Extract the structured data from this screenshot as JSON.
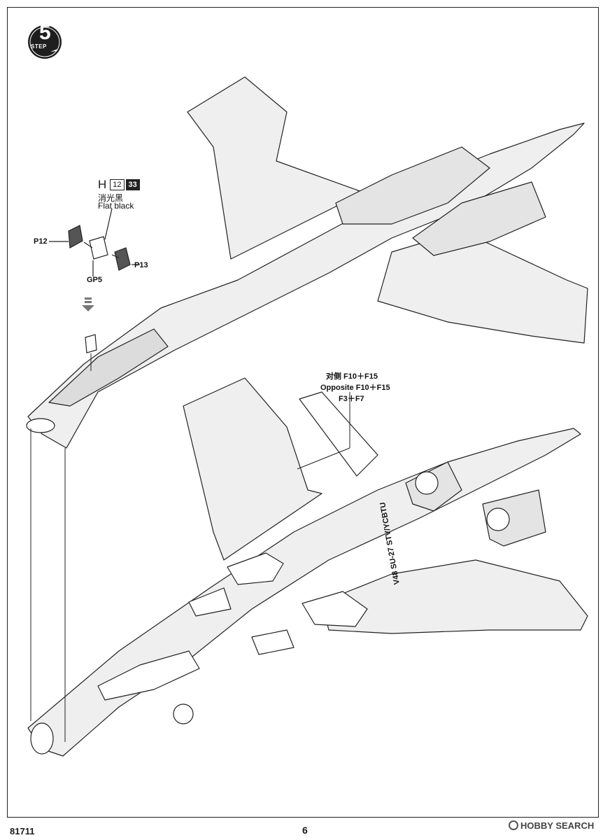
{
  "step": {
    "number": "5",
    "word": "STEP"
  },
  "paint": {
    "letter": "H",
    "code_a": "12",
    "code_b": "33",
    "name_cn": "消光黑",
    "name_en": "Flat black"
  },
  "parts": {
    "p12": "P12",
    "p13": "P13",
    "gp5": "GP5"
  },
  "callout": {
    "line1": "对侧 F10＋F15",
    "line2": "Opposite F10＋F15",
    "line3": "F3＋F7"
  },
  "marking": {
    "text": "V48 SU-27 STV/YCBTU"
  },
  "footer": {
    "kit_number": "81711",
    "page_number": "6",
    "watermark": "HOBBY SEARCH"
  }
}
